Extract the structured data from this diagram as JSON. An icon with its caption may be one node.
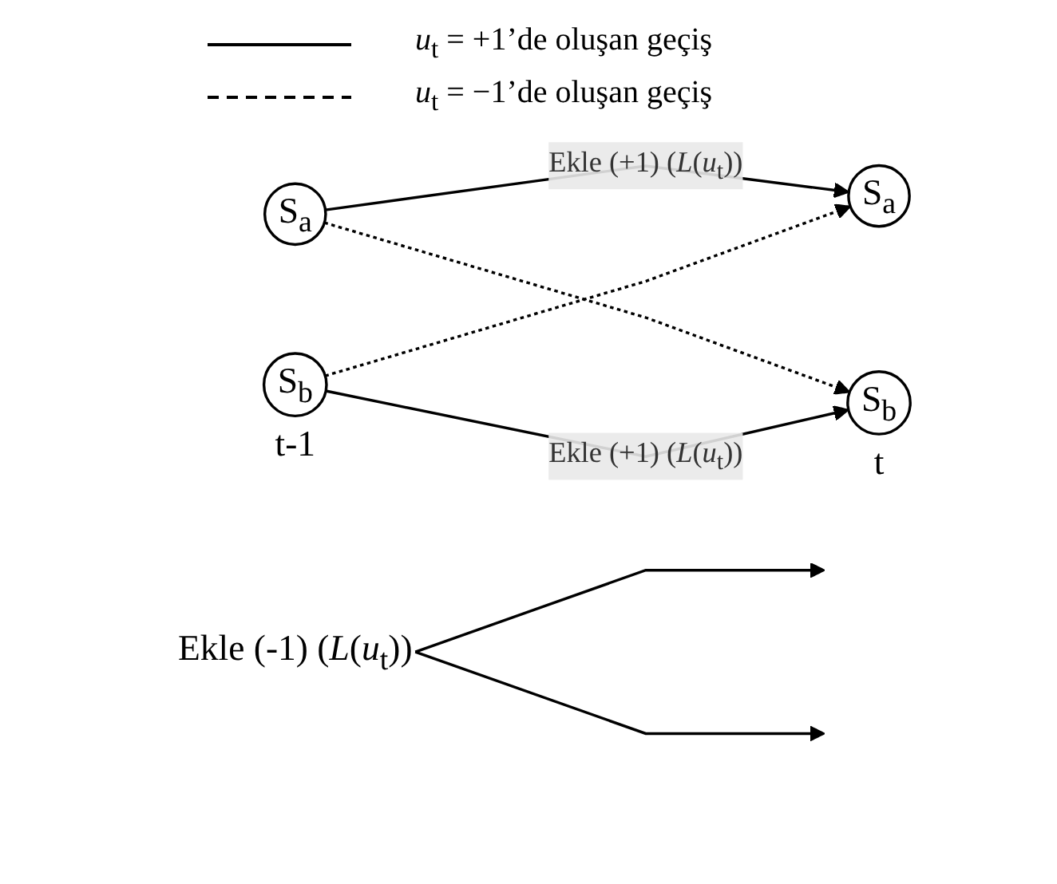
{
  "diagram": {
    "nodes": [
      {
        "text": [
          "S$_{a}$"
        ]
      },
      {
        "text": [
          "S$_{a}$"
        ]
      },
      {
        "text": [
          "Ekle (-1)  (*L*(*u*$_{t}$))"
        ]
      },
      {
        "text": [
          "S$_{b}$"
        ],
        "beside": [
          "t-1"
        ]
      },
      {
        "text": [
          "S$_{b}$"
        ],
        "beside": [
          "t"
        ]
      }
    ],
    "edges": [
      {
        "from": 0,
        "to": 1,
        "arrow": "to",
        "label": "Ekle (+1)  (*L*(*u*$_{t}$))"
      },
      {
        "from": 0,
        "to": 4,
        "arrow": "to",
        "style": "dashed"
      },
      {
        "from": 3,
        "to": 1,
        "arrow": "to",
        "style": "dashed"
      },
      {
        "from": 3,
        "to": 4,
        "arrow": "to",
        "label": "Ekle (+1)  (*L*(*u*$_{t}$))"
      },
      {
        "from": 2,
        "to": null,
        "arrow": "to"
      },
      {
        "from": 2,
        "to": null,
        "arrow": "to"
      }
    ],
    "legend": [
      {
        "text": "*u*$_{t}$ = +1’de oluşan geçiş"
      },
      {
        "text": "*u*$_{t}$ = −1’de oluşan geçiş"
      }
    ]
  }
}
